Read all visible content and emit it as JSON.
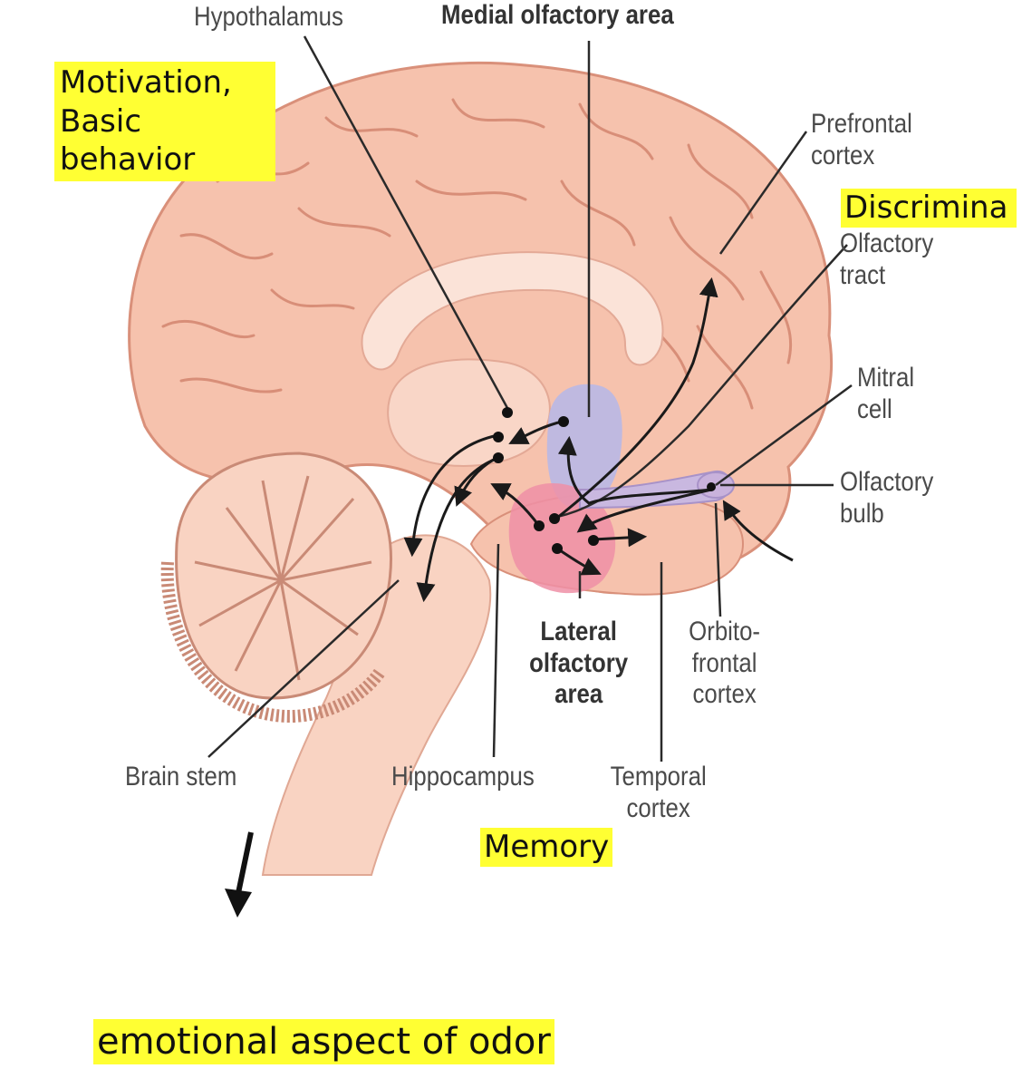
{
  "labels": {
    "hypothalamus": "Hypothalamus",
    "medial_olfactory_area": "Medial olfactory area",
    "prefrontal_cortex": "Prefrontal cortex",
    "olfactory_tract": "Olfactory tract",
    "mitral_cell": "Mitral cell",
    "olfactory_bulb": "Olfactory bulb",
    "orbitofrontal_cortex": "Orbito- frontal cortex",
    "lateral_olfactory_area": "Lateral olfactory area",
    "brain_stem": "Brain stem",
    "hippocampus": "Hippocampus",
    "temporal_cortex": "Temporal cortex"
  },
  "annotations": {
    "motivation": "Motivation, Basic behavior",
    "discrimination": "Discrimina",
    "memory": "Memory",
    "emotional": "emotional aspect of odor"
  },
  "colors": {
    "brain_fill": "#f6c2ad",
    "brain_outline": "#d9907a",
    "medial_area": "#b9b8e6",
    "lateral_area": "#ee8fa6",
    "highlight": "#ffff33"
  }
}
